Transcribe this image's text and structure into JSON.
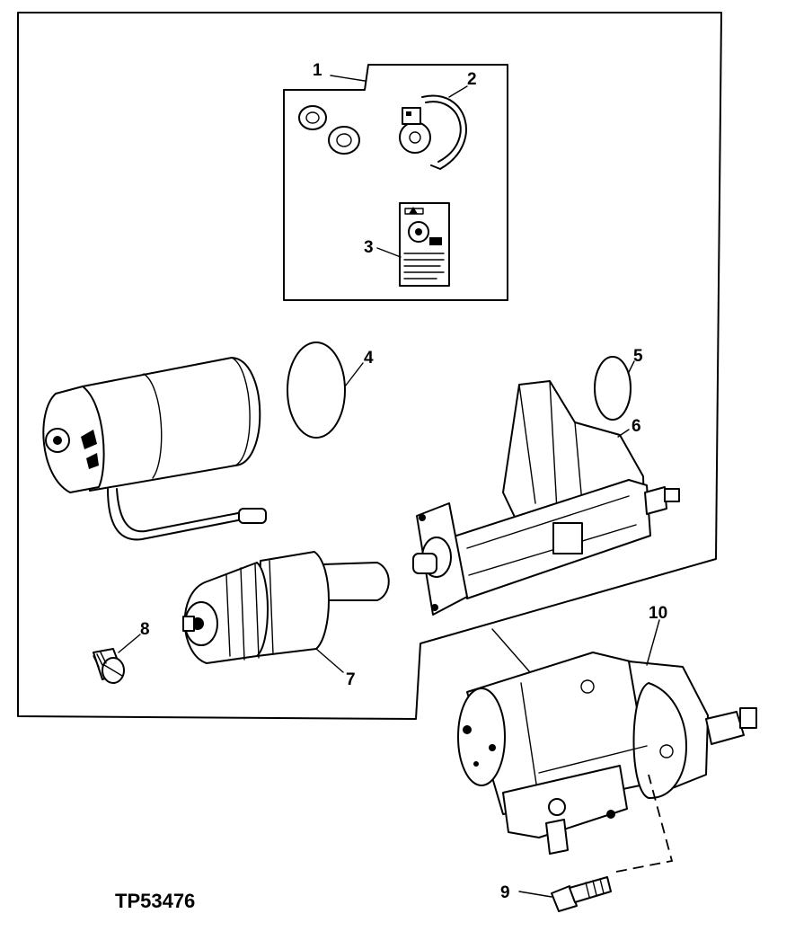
{
  "figure": {
    "id_label": "TP53476"
  },
  "callouts": [
    {
      "key": "1",
      "label": "1"
    },
    {
      "key": "2",
      "label": "2"
    },
    {
      "key": "3",
      "label": "3"
    },
    {
      "key": "4",
      "label": "4"
    },
    {
      "key": "5",
      "label": "5"
    },
    {
      "key": "6",
      "label": "6"
    },
    {
      "key": "7",
      "label": "7"
    },
    {
      "key": "8",
      "label": "8"
    },
    {
      "key": "9",
      "label": "9"
    },
    {
      "key": "10",
      "label": "10"
    }
  ]
}
